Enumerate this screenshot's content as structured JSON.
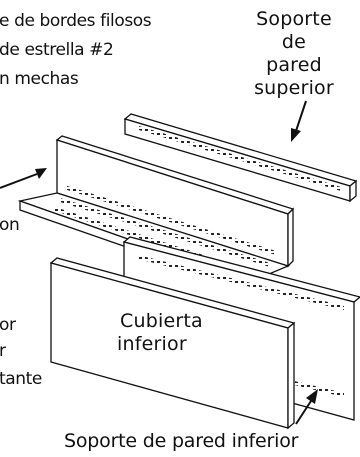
{
  "left_text": {
    "line1": "e de bordes filosos",
    "line2": "de estrella #2",
    "line3": "n mechas",
    "line4": "on",
    "line5": "or",
    "line6": "r",
    "line7": "tante"
  },
  "labels": {
    "upper_bracket_line1": "Soporte",
    "upper_bracket_line2": "de pared",
    "upper_bracket_line3": "superior",
    "lower_cover_line1": "Cubierta",
    "lower_cover_line2": "inferior",
    "lower_bracket": "Soporte de pared inferior"
  }
}
